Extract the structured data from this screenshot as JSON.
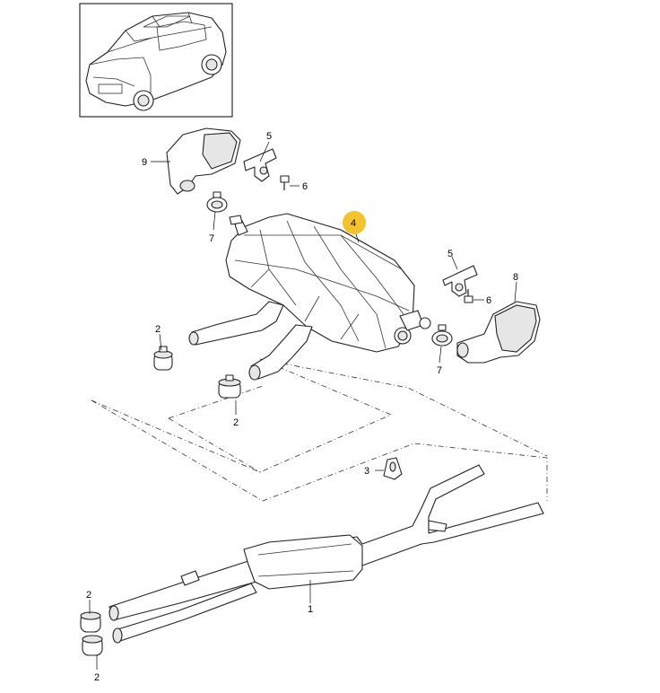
{
  "callouts": [
    {
      "id": "c-9",
      "text": "9"
    },
    {
      "id": "c-5a",
      "text": "5"
    },
    {
      "id": "c-6a",
      "text": "6"
    },
    {
      "id": "c-7a",
      "text": "7"
    },
    {
      "id": "c-4",
      "text": "4"
    },
    {
      "id": "c-5b",
      "text": "5"
    },
    {
      "id": "c-6b",
      "text": "6"
    },
    {
      "id": "c-8",
      "text": "8"
    },
    {
      "id": "c-2a",
      "text": "2"
    },
    {
      "id": "c-2b",
      "text": "2"
    },
    {
      "id": "c-7b",
      "text": "7"
    },
    {
      "id": "c-3",
      "text": "3"
    },
    {
      "id": "c-1",
      "text": "1"
    },
    {
      "id": "c-2c",
      "text": "2"
    },
    {
      "id": "c-2d",
      "text": "2"
    }
  ],
  "colors": {
    "highlight": "#f2c230",
    "line": "#222222"
  },
  "icons": {
    "vehicle": "suv-vehicle-icon"
  }
}
